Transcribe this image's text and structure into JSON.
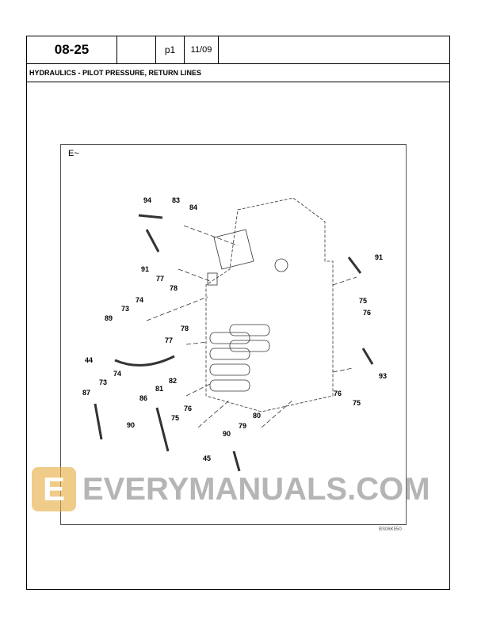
{
  "header": {
    "section": "08-25",
    "blank": "",
    "page": "p1",
    "date": "11/09"
  },
  "title": "HYDRAULICS -  PILOT PRESSURE, RETURN LINES",
  "figure": {
    "view_label": "E~",
    "drawing_code": "BS06K550",
    "callouts": [
      "94",
      "83",
      "84",
      "91",
      "77",
      "78",
      "74",
      "73",
      "89",
      "77",
      "78",
      "44",
      "74",
      "73",
      "87",
      "82",
      "81",
      "86",
      "76",
      "75",
      "90",
      "45",
      "80",
      "79",
      "90",
      "91",
      "75",
      "76",
      "93",
      "76",
      "75"
    ]
  },
  "watermark": {
    "text": "EVERYMANUALS.COM",
    "logo_letter": "E",
    "color": "#e6aa3c"
  }
}
